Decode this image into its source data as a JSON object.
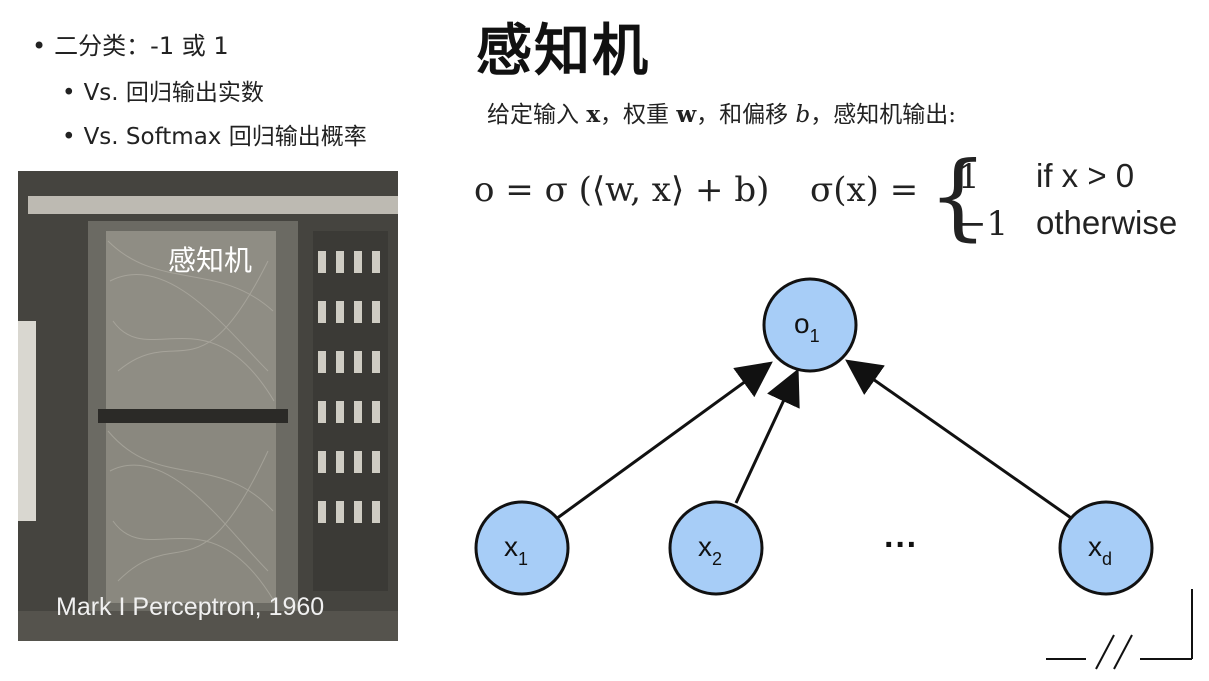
{
  "bullets": {
    "item1": "二分类：-1 或 1",
    "item2": "Vs. 回归输出实数",
    "item3": "Vs. Softmax 回归输出概率",
    "dot": "•"
  },
  "photo": {
    "label": "感知机",
    "caption": "Mark I Perceptron, 1960"
  },
  "title": "感知机",
  "intro": {
    "p1": "给定输入 ",
    "x": "x",
    "p2": "，权重 ",
    "w": "w",
    "p3": "，和偏移 ",
    "b": "b",
    "p4": "，感知机输出:"
  },
  "formula": {
    "output": "o = σ (⟨w, x⟩ + b)",
    "sigma_lhs": "σ(x) =",
    "brace": "{",
    "case1_value": "1",
    "case1_condition": "if x > 0",
    "case2_value": "−1",
    "case2_condition": "otherwise"
  },
  "diagram": {
    "output_node": "o",
    "output_sub": "1",
    "inputs": [
      {
        "label": "x",
        "sub": "1"
      },
      {
        "label": "x",
        "sub": "2"
      },
      {
        "label": "x",
        "sub": "d"
      }
    ],
    "ellipsis": "···",
    "node_fill": "#a7cdf7",
    "node_stroke": "#111111"
  }
}
